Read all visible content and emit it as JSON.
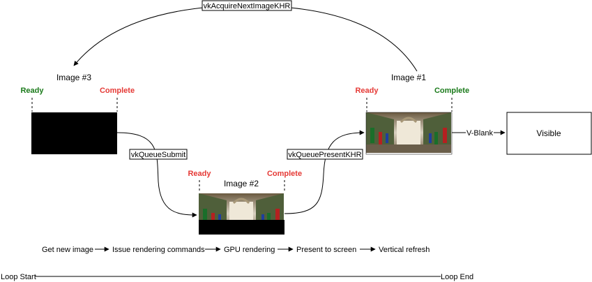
{
  "colors": {
    "ready_green": "#1a7a1a",
    "ready_red": "#e53935",
    "complete_red": "#e53935",
    "complete_green": "#1a7a1a",
    "line": "#000000",
    "black_image": "#000000"
  },
  "top_label": "vkAcquireNextImageKHR",
  "image3": {
    "title": "Image #3",
    "ready": "Ready",
    "complete": "Complete",
    "icon": "black-image"
  },
  "image2": {
    "title": "Image #2",
    "ready": "Ready",
    "complete": "Complete",
    "icon": "rendered-scene-image"
  },
  "image1": {
    "title": "Image #1",
    "ready": "Ready",
    "complete": "Complete",
    "icon": "rendered-scene-image"
  },
  "submit_label": "vkQueueSubmit",
  "present_label": "vkQueuePresentKHR",
  "vblank_label": "V-Blank",
  "visible_label": "Visible",
  "stages": [
    "Get new image",
    "Issue rendering commands",
    "GPU rendering",
    "Present to screen",
    "Vertical refresh"
  ],
  "loop": {
    "start": "Loop Start",
    "end": "Loop End"
  }
}
